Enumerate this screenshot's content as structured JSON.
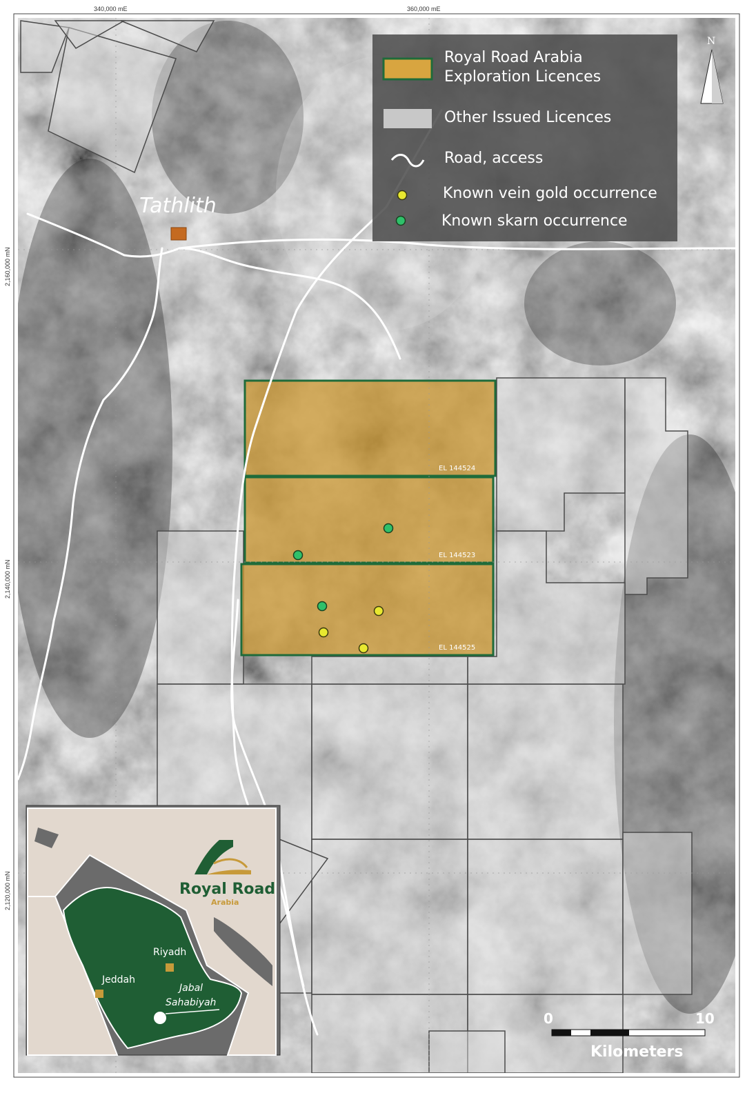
{
  "coords": {
    "e1": "340,000 mE",
    "e2": "360,000 mE",
    "n1": "2,160,000 mN",
    "n2": "2,140,000 mN",
    "n3": "2,120,000 mN"
  },
  "legend": {
    "rra_line1": "Royal Road Arabia",
    "rra_line2": "Exploration Licences",
    "other": "Other Issued Licences",
    "road": "Road, access",
    "gold": "Known vein gold occurrence",
    "skarn": "Known skarn occurrence"
  },
  "north_label": "N",
  "town": "Tathlith",
  "licences": {
    "el1": "EL 144524",
    "el2": "EL 144523",
    "el3": "EL 144525"
  },
  "inset": {
    "riyadh": "Riyadh",
    "jeddah": "Jeddah",
    "project_line1": "Jabal",
    "project_line2": "Sahabiyah",
    "brand_name": "Royal Road",
    "brand_sub": "Arabia"
  },
  "scale": {
    "min": "0",
    "max": "10",
    "unit": "Kilometers"
  },
  "colors": {
    "rra_fill": "#c9962f",
    "rra_border": "#1f6b3a",
    "gold_point": "#e8e830",
    "skarn_point": "#2fc06a",
    "saudi_green": "#1f5e34"
  },
  "icons": [
    "north-arrow-icon",
    "road-symbol-icon",
    "royal-road-logo-icon"
  ]
}
